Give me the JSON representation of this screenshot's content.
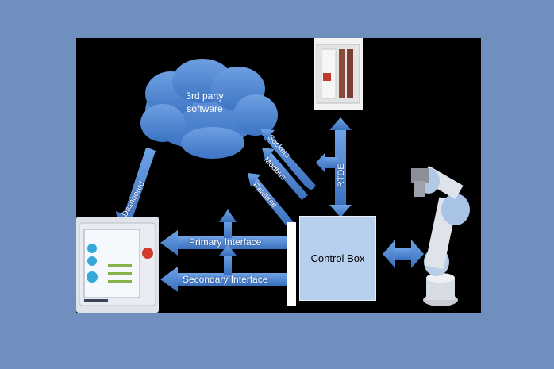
{
  "diagram": {
    "cloud": {
      "line1": "3rd party",
      "line2": "software"
    },
    "control_box": "Control Box",
    "links": {
      "dashboard": "Dashboard",
      "primary": "Primary Interface",
      "secondary": "Secondary Interface",
      "rtde": "RTDE",
      "upper_arrow": "Sockets",
      "middle_arrow": "Modbus",
      "lower_arrow": "Realtime"
    }
  },
  "colors": {
    "page_bg": "#6f8fbf",
    "panel_bg": "#000000",
    "arrow_fill": "#4a86cf",
    "cloud_fill": "#4f86d2",
    "control_box_fill": "#b7d0ee"
  }
}
